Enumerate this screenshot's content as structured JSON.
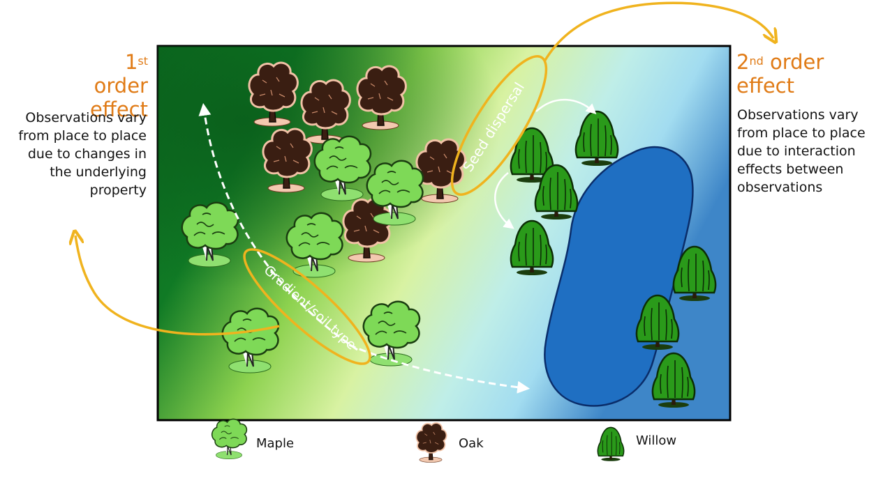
{
  "first_order": {
    "title_prefix": "1",
    "title_sup": "st",
    "title_rest": "order effect",
    "description": "Observations vary from place to place due to changes in the underlying property"
  },
  "second_order": {
    "title_prefix": "2",
    "title_sup": "nd",
    "title_rest": "order effect",
    "description": "Observations vary from place to place due to interaction effects between observations"
  },
  "labels": {
    "gradient": "Gradient/soil type",
    "seed": "Seed dispersal"
  },
  "legend": {
    "maple": "Maple",
    "oak": "Oak",
    "willow": "Willow"
  },
  "colors": {
    "accent": "#e07b16",
    "ellipse": "#f0b31e",
    "water": "#1f6fc2",
    "maple": "#7ed957",
    "oak": "#3a1e12",
    "willow": "#1f8c13"
  }
}
